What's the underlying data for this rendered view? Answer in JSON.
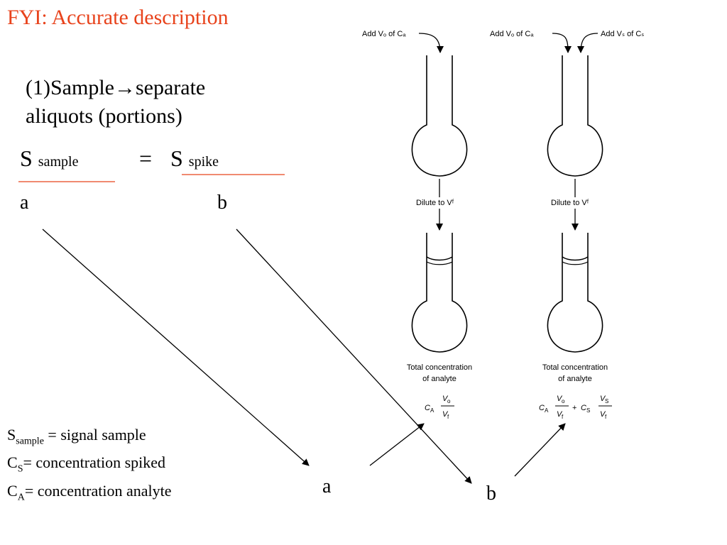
{
  "title": "FYI:  Accurate description",
  "step": {
    "prefix": "(1)Sample",
    "arrow": "→",
    "suffix": "separate aliquots (portions)"
  },
  "equation": {
    "left_symbol": "S",
    "left_sub": "sample",
    "equals": "=",
    "right_symbol": "S",
    "right_sub": "spike",
    "left_label": "a",
    "right_label": "b"
  },
  "legend": [
    {
      "symbol": "S",
      "sub": "sample",
      "text": " = signal sample"
    },
    {
      "symbol": "C",
      "sub": "S",
      "text": "= concentration spiked"
    },
    {
      "symbol": "C",
      "sub": "A",
      "text": "= concentration analyte"
    }
  ],
  "bottom_labels": {
    "a": "a",
    "b": "b"
  },
  "figure": {
    "left_top": "Add Vₒ of Cₐ",
    "right_top_left": "Add Vₒ of Cₐ",
    "right_top_right": "Add Vₛ of Cₛ",
    "dilute_label": "Dilute to Vᶠ",
    "total_label_1": "Total concentration",
    "total_label_2": "of analyte"
  },
  "colors": {
    "title": "#e8431c",
    "underline": "#e8431c"
  }
}
